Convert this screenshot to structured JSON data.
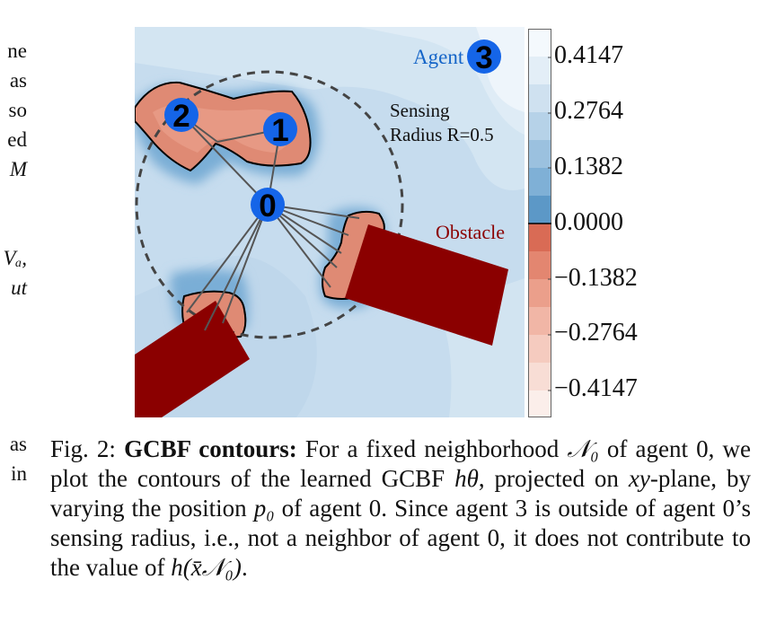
{
  "figure": {
    "agent3_label": "Agent",
    "agents": [
      {
        "id": "0"
      },
      {
        "id": "1"
      },
      {
        "id": "2"
      },
      {
        "id": "3"
      }
    ],
    "sensing_label_line1": "Sensing",
    "sensing_label_line2": "Radius R=0.5",
    "obstacle_label": "Obstacle",
    "colors": {
      "agent": "#1565e8",
      "obstacle": "#8b0000",
      "unsafe": "#d9826f",
      "safe_bg": "#c5dbed",
      "contour_edge": "#000000",
      "link": "#555555"
    }
  },
  "colorbar": {
    "ticks": [
      "0.4147",
      "0.2764",
      "0.1382",
      "0.0000",
      "−0.1382",
      "−0.2764",
      "−0.4147"
    ]
  },
  "left_margin": {
    "lines": [
      "ne",
      "as",
      "so",
      "ed",
      "M",
      "",
      "",
      "Vₐ,",
      "ut"
    ],
    "bottom_lines": [
      "as",
      "in"
    ]
  },
  "caption": {
    "fig_label": "Fig. 2:",
    "bold_title": "GCBF contours:",
    "part1": " For a fixed neighborhood ",
    "n0": "𝒩₀",
    "part2": " of agent 0, we plot the contours of the learned GCBF ",
    "h_theta": "hθ",
    "part3": ", projected on ",
    "xy": "xy",
    "part4": "-plane, by varying the position ",
    "p0": "p₀",
    "part5": " of agent 0. Since agent 3 is outside of agent 0’s sensing radius, i.e., not a neighbor of agent 0, it does not contribute to the value of ",
    "h_expr": "h(x̄𝒩₀)",
    "part6": "."
  }
}
